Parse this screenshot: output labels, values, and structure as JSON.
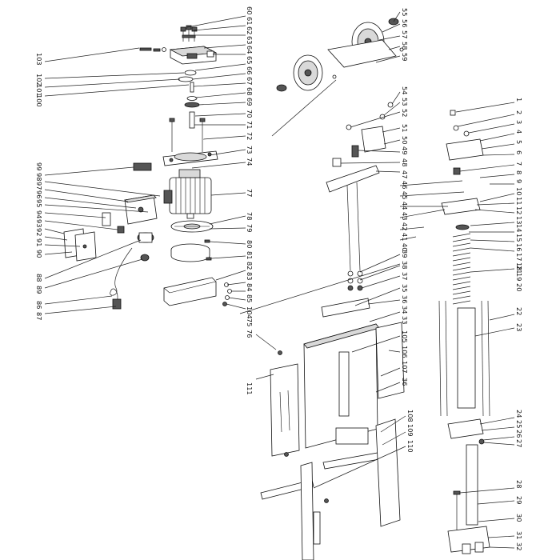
{
  "diagram": {
    "labels": [
      "1",
      "2",
      "3",
      "4",
      "5",
      "6",
      "7",
      "8",
      "9",
      "10",
      "11",
      "12",
      "13",
      "14",
      "15",
      "16",
      "17",
      "18",
      "19",
      "20",
      "21",
      "22",
      "23",
      "24",
      "25",
      "26",
      "27",
      "28",
      "29",
      "30",
      "31",
      "32",
      "33",
      "34",
      "35",
      "36",
      "37",
      "38",
      "39",
      "40",
      "41",
      "42",
      "43",
      "44",
      "45",
      "46",
      "47",
      "48",
      "49",
      "50",
      "51",
      "52",
      "53",
      "54",
      "55",
      "56",
      "57",
      "58",
      "59",
      "60",
      "61",
      "62",
      "63",
      "64",
      "65",
      "66",
      "67",
      "68",
      "69",
      "70",
      "71",
      "72",
      "73",
      "74",
      "75",
      "76",
      "77",
      "78",
      "79",
      "80",
      "81",
      "82",
      "83",
      "84",
      "85",
      "86",
      "87",
      "88",
      "89",
      "90",
      "91",
      "92",
      "93",
      "94",
      "95",
      "96",
      "97",
      "98",
      "99",
      "100",
      "101",
      "102",
      "103",
      "104",
      "105",
      "106",
      "107",
      "108",
      "109",
      "110",
      "111"
    ]
  }
}
